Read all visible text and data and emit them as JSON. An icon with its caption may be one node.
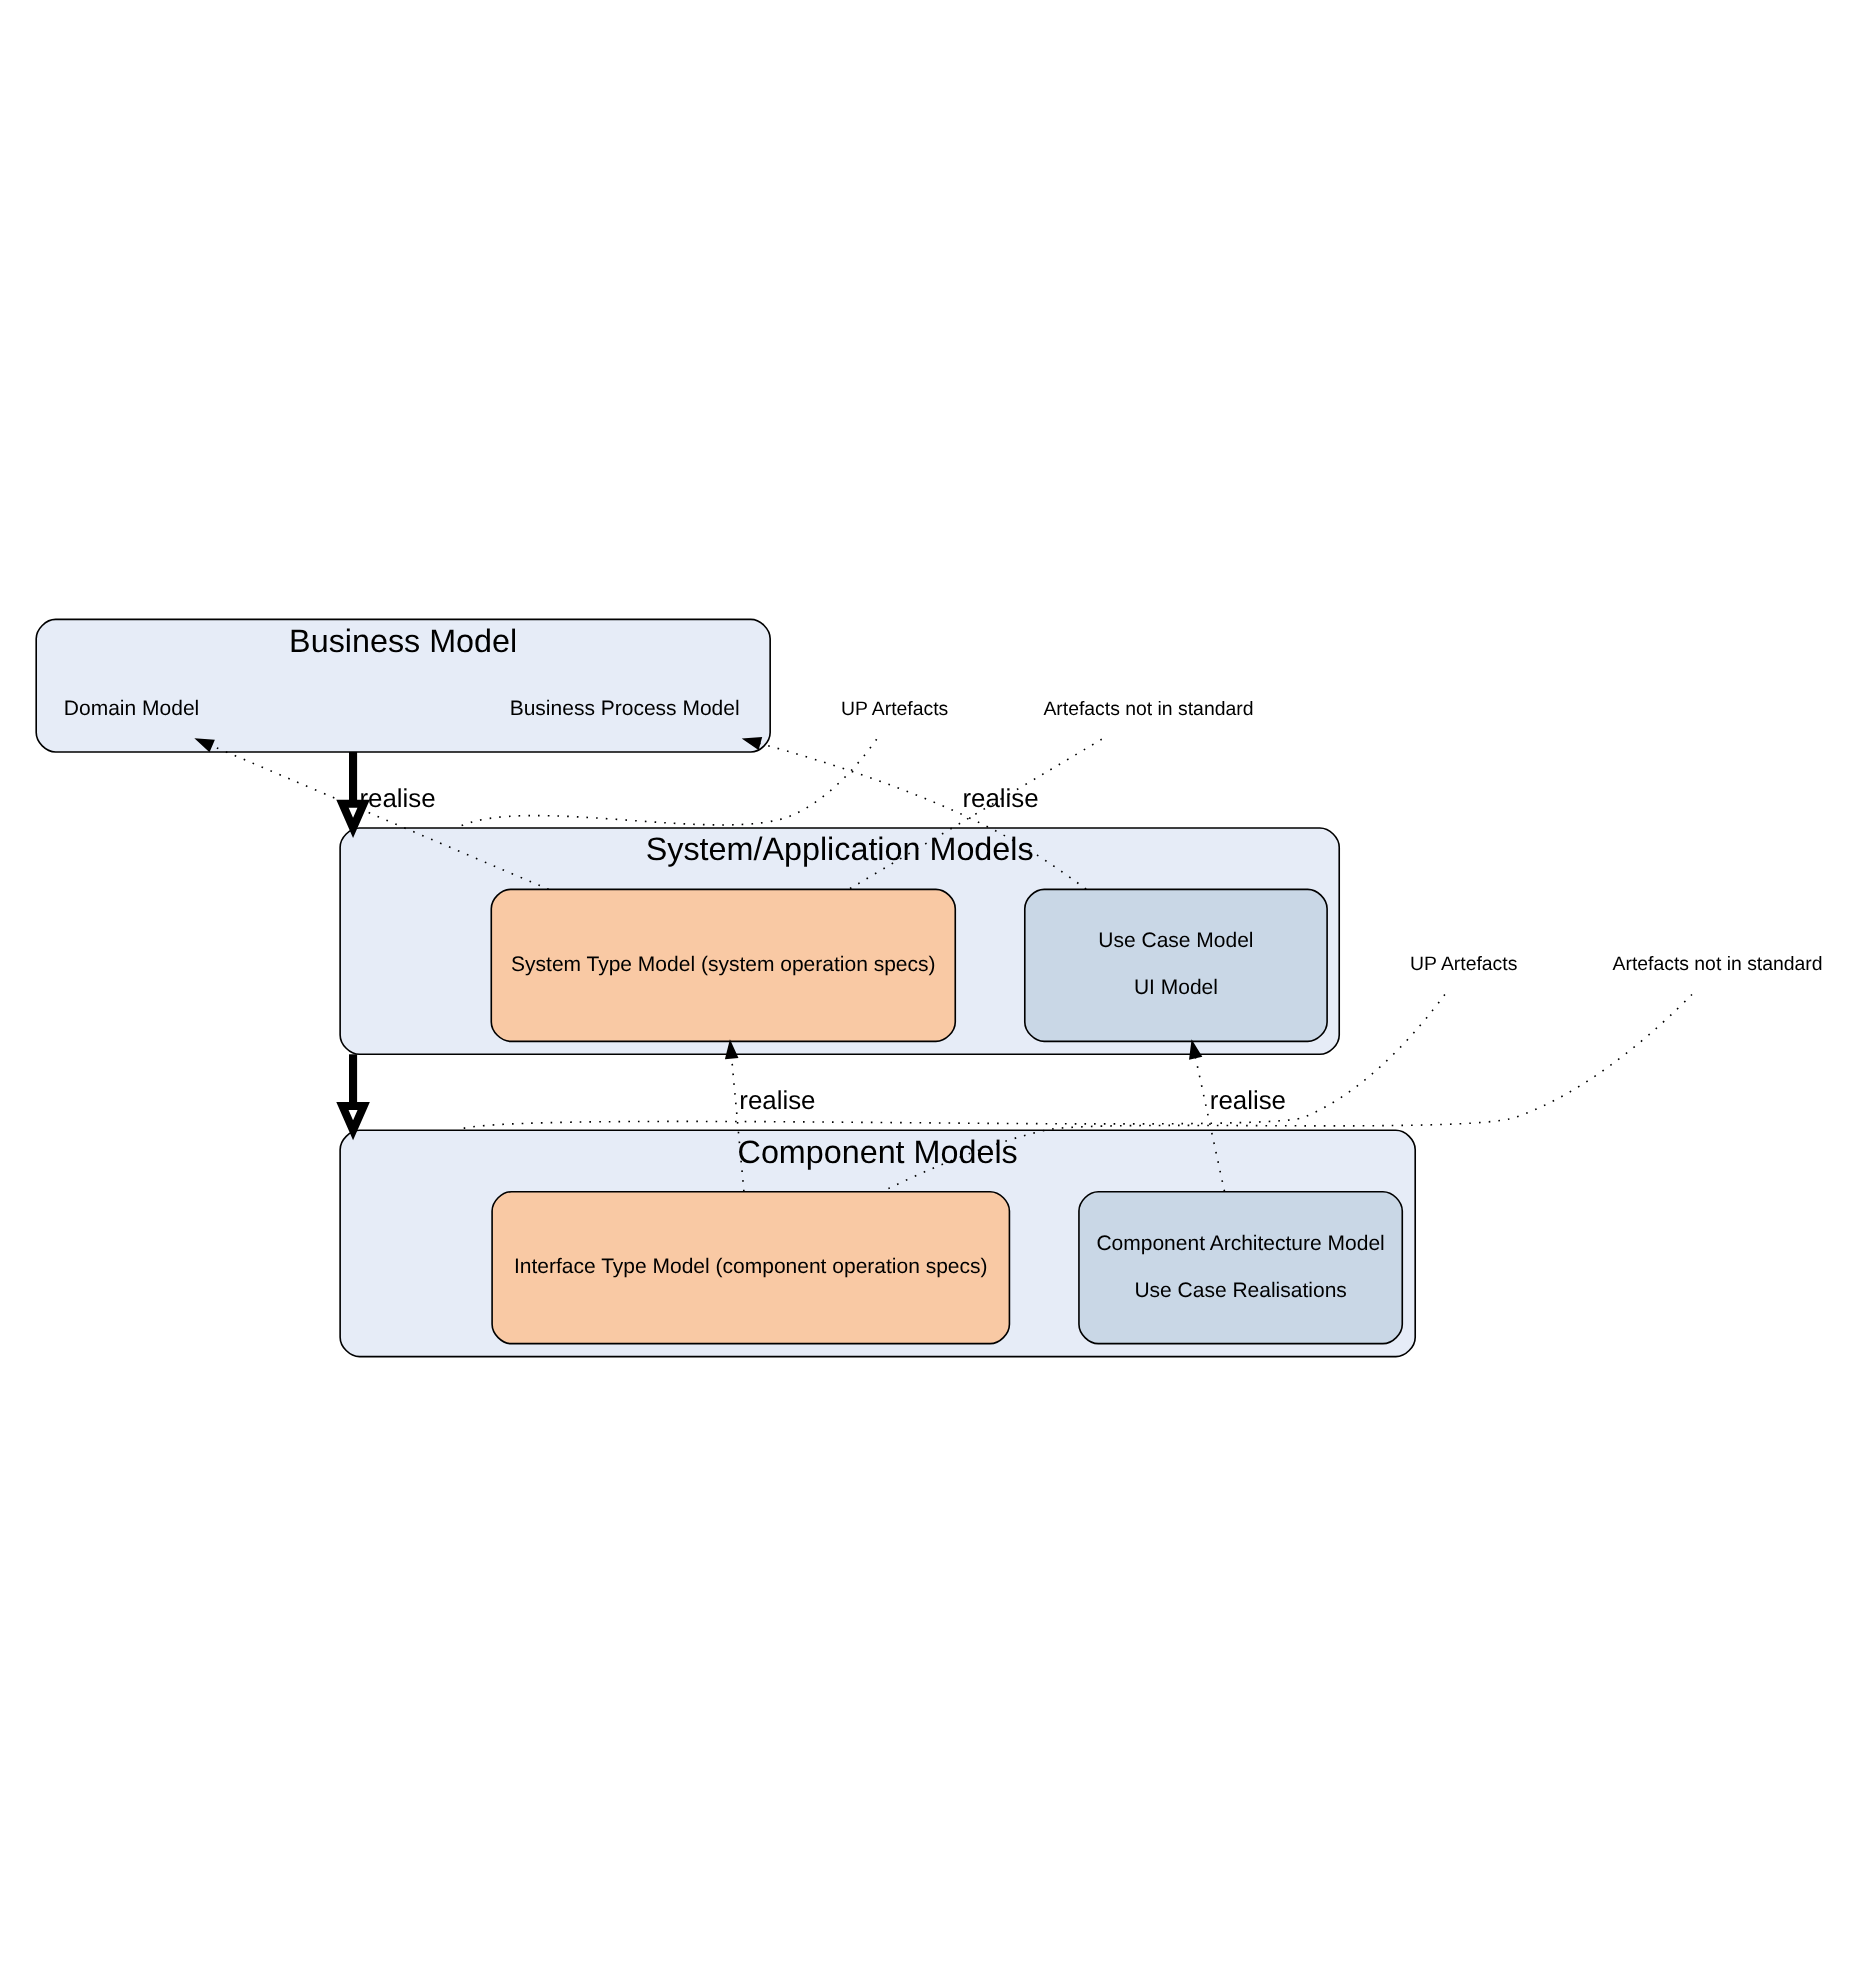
{
  "diagram": {
    "nodes": [
      {
        "text": [
          "Business Model"
        ]
      },
      {
        "text": [
          "Domain Model"
        ],
        "in": 0
      },
      {
        "text": [
          "Business Process Model"
        ],
        "in": 0
      },
      {
        "text": [
          "System/Application Models"
        ]
      },
      {
        "text": [
          "System Type Model (system operation specs)"
        ],
        "in": 3
      },
      {
        "text": [
          "Use Case Model",
          "UI Model"
        ],
        "in": 3
      },
      {
        "text": [
          "Component Models"
        ]
      },
      {
        "text": [
          "Interface Type Model (component operation specs)"
        ],
        "in": 6
      },
      {
        "text": [
          "Component Architecture Model",
          "Use Case Realisations"
        ],
        "in": 6
      },
      {
        "text": [
          "Artefacts not in standard"
        ]
      },
      {
        "text": [
          "UP Artefacts"
        ]
      },
      {
        "text": [
          "Artefacts not in standard"
        ]
      },
      {
        "text": [
          "UP Artefacts"
        ]
      }
    ],
    "edges": [
      {
        "from": 4,
        "to": 1,
        "arrow": "to",
        "label": "realise",
        "style": "dashed"
      },
      {
        "from": 5,
        "to": 2,
        "arrow": "to",
        "label": "realise",
        "style": "dashed"
      },
      {
        "from": 0,
        "to": 3,
        "arrow": "to",
        "style": "thick"
      },
      {
        "from": 7,
        "to": 4,
        "arrow": "to",
        "label": "realise",
        "style": "dashed"
      },
      {
        "from": 8,
        "to": 5,
        "arrow": "to",
        "label": "realise",
        "style": "dashed"
      },
      {
        "from": 3,
        "to": 6,
        "arrow": "to",
        "style": "thick"
      },
      {
        "from": 9,
        "to": 4,
        "arrow": "none",
        "style": "dashed"
      },
      {
        "from": 10,
        "to": 3,
        "arrow": "none",
        "style": "dashed"
      },
      {
        "from": 11,
        "to": 7,
        "arrow": "none",
        "style": "dashed"
      },
      {
        "from": 12,
        "to": 6,
        "arrow": "none",
        "style": "dashed"
      }
    ]
  }
}
